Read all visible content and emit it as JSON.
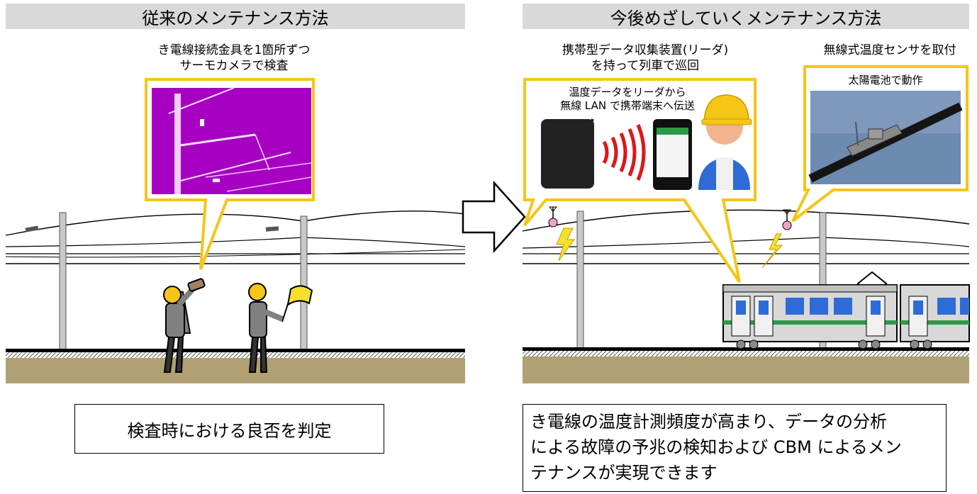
{
  "left": {
    "header": "従来のメンテナンス方法",
    "caption_lines": [
      "き電線接続金具を1箇所ずつ",
      "サーモカメラで検査"
    ],
    "result_text": "検査時における良否を判定"
  },
  "right": {
    "header": "今後めざしていくメンテナンス方法",
    "reader_caption_lines": [
      "携帯型データ収集装置(リーダ)",
      "を持って列車で巡回"
    ],
    "sensor_caption": "無線式温度センサを取付",
    "transfer_text_lines": [
      "温度データをリーダから",
      "無線 LAN で携帯端末へ伝送"
    ],
    "solar_text": "太陽電池で動作",
    "result_lines": [
      "き電線の温度計測頻度が高まり、データの分析",
      "による故障の予兆の検知および CBM によるメン",
      "テナンスが実現できます"
    ]
  },
  "icons": [
    "thermal-camera-photo",
    "reader-device-icon",
    "wireless-signal-icon",
    "smartphone-icon",
    "worker-icon",
    "sensor-photo",
    "arrow-icon",
    "train-icon",
    "antenna-icon",
    "lightning-icon"
  ],
  "colors": {
    "accent": "#f5c518",
    "header_bg": "#d9d9d9",
    "thermal": "#b000c8",
    "train_blue": "#2e6bd6",
    "train_green": "#2a9a45",
    "signal_red": "#e0151b"
  }
}
